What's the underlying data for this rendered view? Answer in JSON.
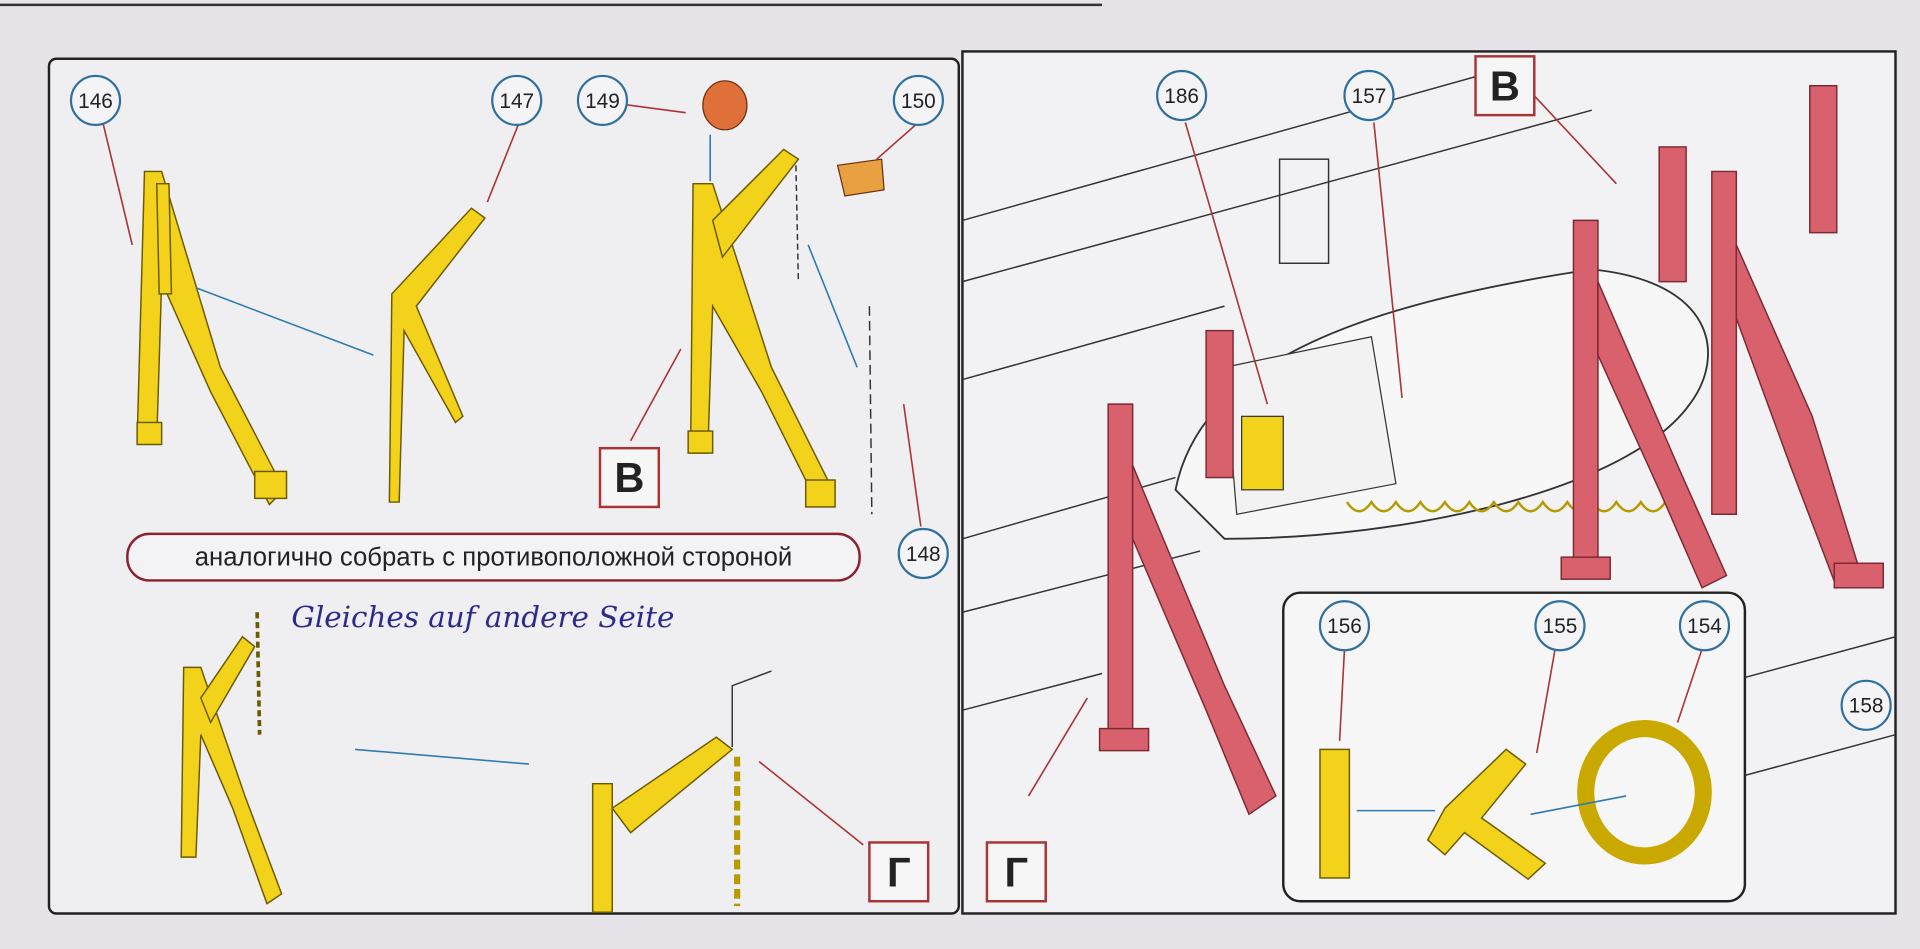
{
  "left_panel": {
    "callouts": [
      "146",
      "147",
      "149",
      "150",
      "148"
    ],
    "assembly_note": "аналогично собрать с противоположной стороной",
    "handwritten_note": "Gleiches auf andere Seite",
    "view_labels": [
      "В",
      "Г"
    ]
  },
  "right_panel": {
    "callouts": [
      "186",
      "157",
      "156",
      "155",
      "154",
      "158"
    ],
    "view_labels": [
      "В",
      "Г"
    ]
  },
  "colors": {
    "part_yellow": "#f2d21a",
    "part_red": "#d9616e",
    "callout_ring": "#2e6f9e",
    "leader_red": "#aa3333",
    "arrow_blue": "#2f7bb0"
  }
}
